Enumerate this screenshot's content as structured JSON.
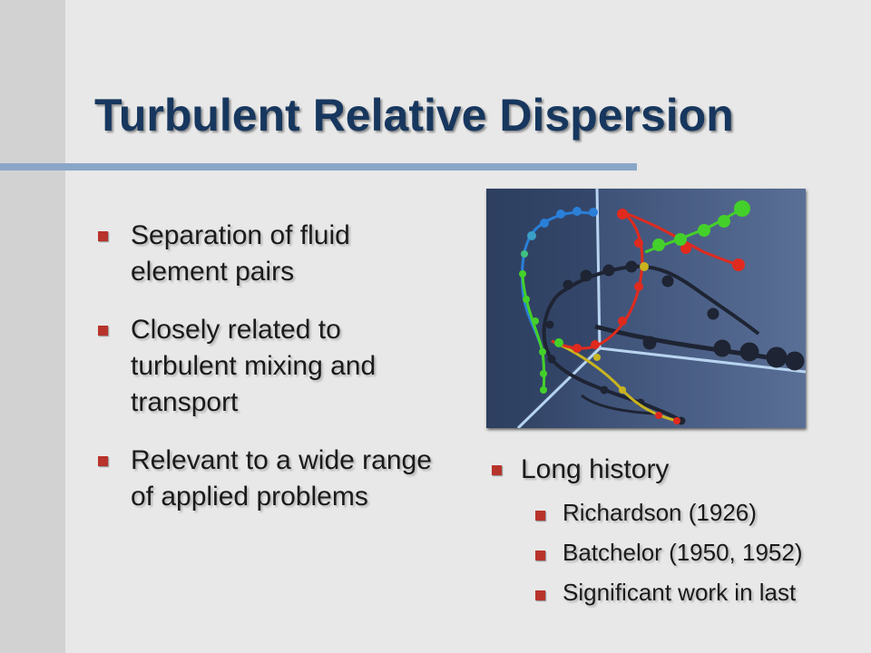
{
  "slide": {
    "title": "Turbulent Relative Dispersion"
  },
  "left_bullets": [
    "Separation of fluid element pairs",
    "Closely related to turbulent mixing and transport",
    "Relevant to a wide range of applied problems"
  ],
  "right_bullets": {
    "main": "Long history",
    "sub": [
      "Richardson (1926)",
      "Batchelor (1950, 1952)",
      "Significant work in last"
    ]
  },
  "figure": {
    "icon": "particle-trajectory-3d-image",
    "colors": {
      "background_dark": "#2c3d5c",
      "background_light": "#5a6f96",
      "axis": "#b8d4f0",
      "shadow_path": "#1e2433",
      "trajectory_blue": "#2a7fd8",
      "trajectory_green": "#44d02a",
      "trajectory_yellow": "#c8b420",
      "trajectory_red": "#e02a1e"
    }
  },
  "colors": {
    "title": "#17375e",
    "bullet_marker": "#b8332a",
    "rule": "#8aa6c7",
    "background": "#e8e8e8",
    "left_band": "#d2d2d2"
  }
}
